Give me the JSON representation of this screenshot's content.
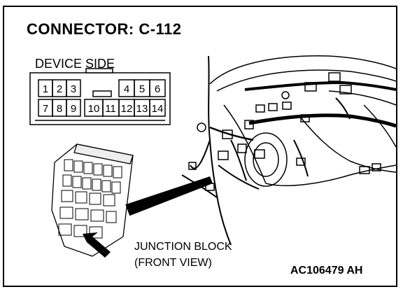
{
  "title": "CONNECTOR: C-112",
  "device_side_label": "DEVICE SIDE",
  "connector_pins": {
    "top_row": [
      "1",
      "2",
      "3",
      "4",
      "5",
      "6"
    ],
    "bottom_row": [
      "7",
      "8",
      "9",
      "10",
      "11",
      "12",
      "13",
      "14"
    ]
  },
  "caption": {
    "line1": "JUNCTION BLOCK",
    "line2": "(FRONT VIEW)"
  },
  "figure_id": "AC106479 AH"
}
